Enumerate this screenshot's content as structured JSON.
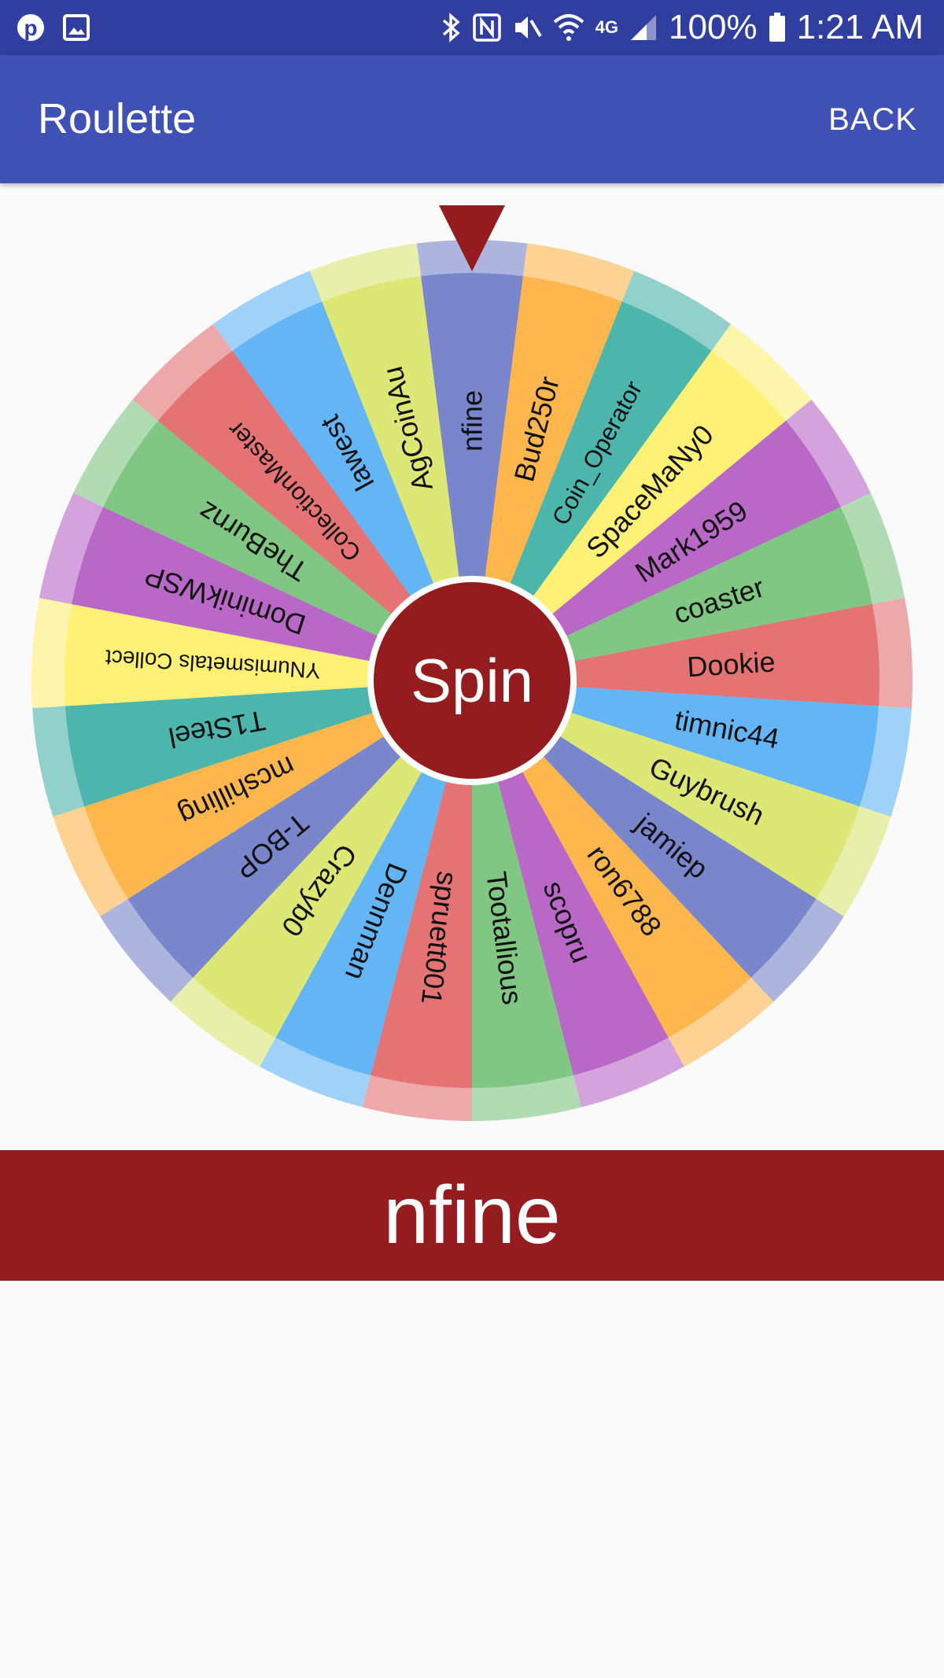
{
  "status_bar": {
    "icons_left": [
      "pinterest-icon",
      "image-icon"
    ],
    "icons_right": [
      "bluetooth-icon",
      "nfc-icon",
      "mute-icon",
      "wifi-icon",
      "signal-icon",
      "battery-icon"
    ],
    "network": "4G",
    "battery": "100%",
    "time": "1:21 AM"
  },
  "app_bar": {
    "title": "Roulette",
    "back_label": "BACK",
    "color": "#3f51b5"
  },
  "wheel": {
    "pointer_color": "#941b1e",
    "spin_label": "Spin",
    "segments": [
      {
        "label": "nfine",
        "color": "#7986cb"
      },
      {
        "label": "Bud250r",
        "color": "#ffb74d"
      },
      {
        "label": "Coin_Operator",
        "color": "#4db6ac"
      },
      {
        "label": "SpaceMaNy0",
        "color": "#fff176"
      },
      {
        "label": "Mark1959",
        "color": "#ba68c8"
      },
      {
        "label": "coaster",
        "color": "#81c784"
      },
      {
        "label": "Dookie",
        "color": "#e57373"
      },
      {
        "label": "timnic44",
        "color": "#64b5f6"
      },
      {
        "label": "Guybrush",
        "color": "#dce775"
      },
      {
        "label": "jamiep",
        "color": "#7986cb"
      },
      {
        "label": "ron6788",
        "color": "#ffb74d"
      },
      {
        "label": "scopru",
        "color": "#ba68c8"
      },
      {
        "label": "Tootallious",
        "color": "#81c784"
      },
      {
        "label": "spruett001",
        "color": "#e57373"
      },
      {
        "label": "Dennman",
        "color": "#64b5f6"
      },
      {
        "label": "Crazyb0",
        "color": "#dce775"
      },
      {
        "label": "T-BOP",
        "color": "#7986cb"
      },
      {
        "label": "mcshilling",
        "color": "#ffb74d"
      },
      {
        "label": "T1Steel",
        "color": "#4db6ac"
      },
      {
        "label": "YNumismetals Collect",
        "color": "#fff176"
      },
      {
        "label": "DominikWSP",
        "color": "#ba68c8"
      },
      {
        "label": "TheBurnz",
        "color": "#81c784"
      },
      {
        "label": "CollectionMaster",
        "color": "#e57373"
      },
      {
        "label": "lawest",
        "color": "#64b5f6"
      },
      {
        "label": "AgCoinAu",
        "color": "#dce775"
      }
    ]
  },
  "result": {
    "text": "nfine",
    "color": "#941b1e"
  }
}
